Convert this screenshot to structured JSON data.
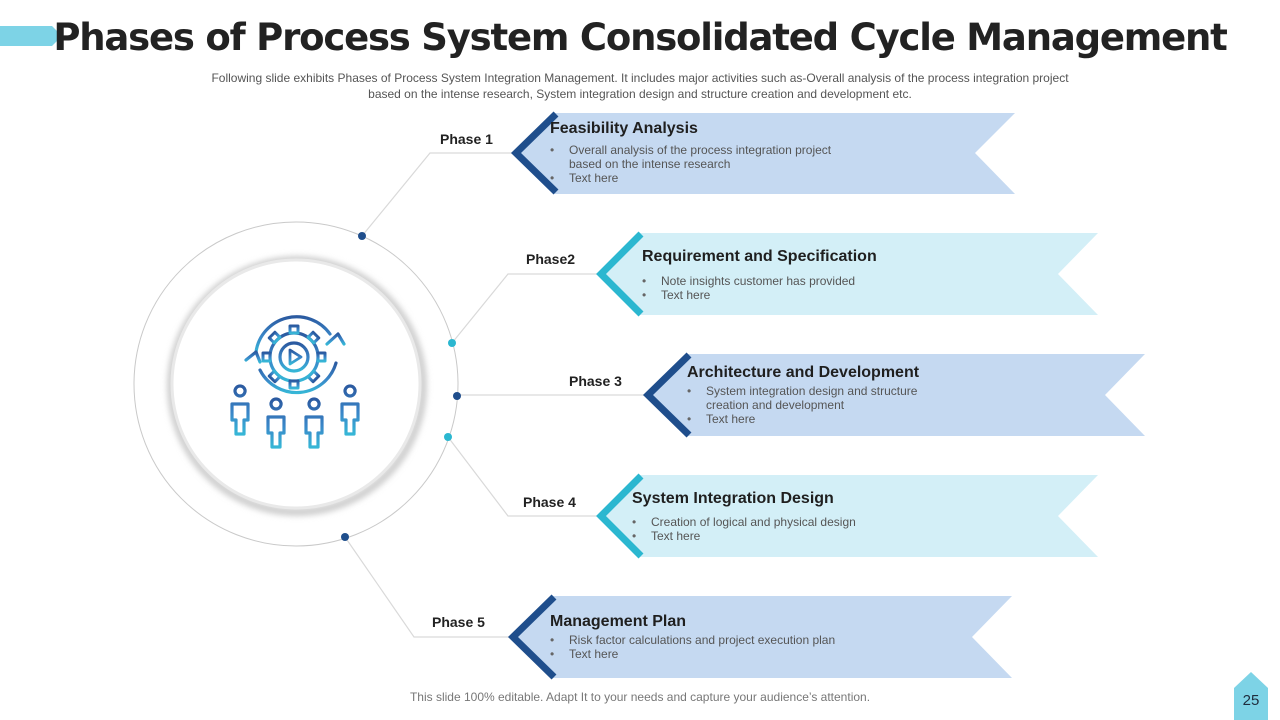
{
  "slide": {
    "title": "Phases of Process System Consolidated Cycle Management",
    "subtitle": "Following slide exhibits Phases of Process System Integration Management. It includes major activities such as-Overall analysis of the process integration project based on the intense research, System integration design and structure creation and development etc.",
    "footer": "This slide 100% editable. Adapt It to your needs and capture your audience’s attention.",
    "page_number": "25"
  },
  "colors": {
    "dark_blue": "#1f4e8c",
    "teal": "#2bb7d0",
    "light_blue_fill": "#c5d9f1",
    "light_teal_fill": "#d3eff7",
    "corner_accent": "#7dd3e6",
    "connector": "#d9d9d9"
  },
  "center_icon": "gear-cycle-with-people-icon",
  "phases": [
    {
      "label": "Phase 1",
      "title": "Feasibility Analysis",
      "bullets": [
        "Overall analysis of the process integration project based on the intense research",
        "Text here"
      ],
      "theme": "dark"
    },
    {
      "label": "Phase2",
      "title": "Requirement and Specification",
      "bullets": [
        "Note insights customer has provided",
        "Text here"
      ],
      "theme": "teal"
    },
    {
      "label": "Phase 3",
      "title": "Architecture and Development",
      "bullets": [
        "System integration design and structure creation and development",
        "Text here"
      ],
      "theme": "dark"
    },
    {
      "label": "Phase 4",
      "title": "System Integration Design",
      "bullets": [
        "Creation of logical and physical design",
        "Text here"
      ],
      "theme": "teal"
    },
    {
      "label": "Phase 5",
      "title": "Management Plan",
      "bullets": [
        "Risk factor calculations and project execution plan",
        "Text here"
      ],
      "theme": "dark"
    }
  ]
}
